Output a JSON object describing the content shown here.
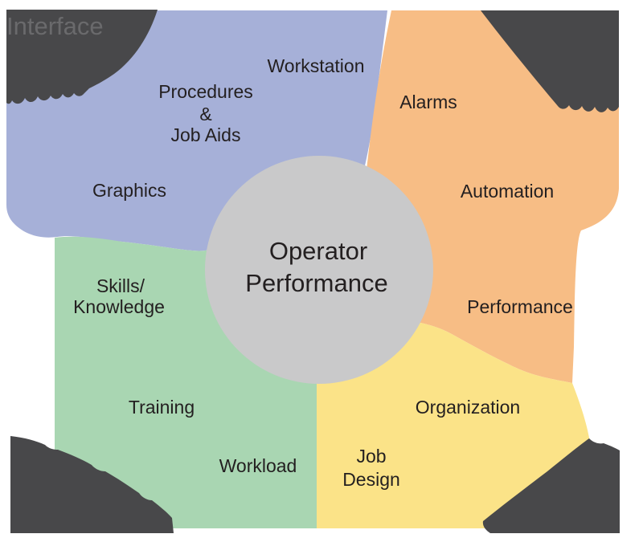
{
  "colors": {
    "blue": "#a6b0d8",
    "orange": "#f7bd85",
    "green": "#a9d6b2",
    "yellow": "#fbe388",
    "circle": "#c9c9ca",
    "dark": "#48484a",
    "corner_text": "#6a6a6c",
    "label_text": "#231f20",
    "background": "#ffffff"
  },
  "center": {
    "line1": "Operator",
    "line2": "Performance"
  },
  "corner": {
    "top_left": "Interface"
  },
  "regions": {
    "blue": {
      "labels": {
        "workstation": "Workstation",
        "procedures_line1": "Procedures",
        "procedures_line2": "&",
        "procedures_line3": "Job Aids",
        "graphics": "Graphics"
      }
    },
    "orange": {
      "labels": {
        "alarms": "Alarms",
        "automation": "Automation",
        "performance": "Performance"
      }
    },
    "green": {
      "labels": {
        "skills_line1": "Skills/",
        "skills_line2": "Knowledge",
        "training": "Training",
        "workload": "Workload"
      }
    },
    "yellow": {
      "labels": {
        "organization": "Organization",
        "job_line1": "Job",
        "job_line2": "Design"
      }
    }
  }
}
